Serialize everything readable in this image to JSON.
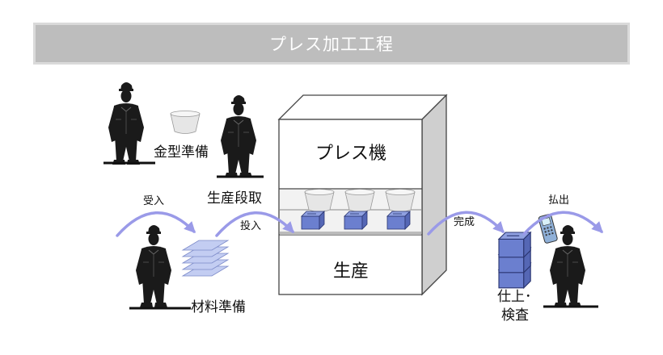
{
  "title": "プレス加工工程",
  "machine": {
    "top_label": "プレス機",
    "bottom_label": "生産"
  },
  "labels": {
    "die_prep": "金型準備",
    "setup": "生産段取",
    "material_prep": "材料準備",
    "finish_inspect_1": "仕上･",
    "finish_inspect_2": "検査"
  },
  "flow_labels": {
    "receive": "受入",
    "input": "投入",
    "complete": "完成",
    "ship": "払出"
  },
  "colors": {
    "title_bg": "#bdbdbd",
    "arrow": "#9a9ae8",
    "box_blue": "#6b7fcf",
    "sheet_blue": "#c3cdf2",
    "worker": "#1a1a1a"
  },
  "icons": [
    "worker-icon",
    "die-bowl-icon",
    "material-sheets-icon",
    "product-box-icon",
    "scanner-icon"
  ]
}
